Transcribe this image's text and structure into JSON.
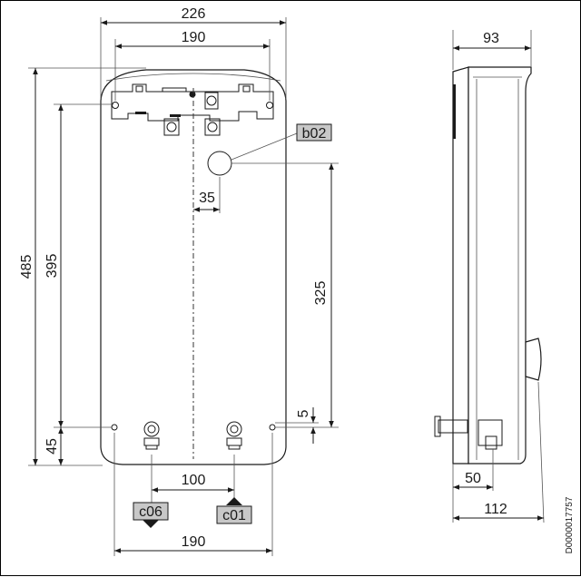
{
  "front_view": {
    "dim_overall_width": "226",
    "dim_bracket_width": "190",
    "dim_overall_height": "485",
    "dim_bracket_to_bottom_holes": "395",
    "dim_bottom_holes_to_base": "45",
    "dim_pipe_offset": "35",
    "dim_pipe_to_bottom_holes": "325",
    "dim_small_offset": "5",
    "dim_connection_spacing": "100",
    "dim_bottom_holes_width": "190"
  },
  "side_view": {
    "dim_depth_top": "93",
    "dim_connection_depth": "50",
    "dim_overall_depth": "112"
  },
  "labels": {
    "b02": "b02",
    "c06": "c06",
    "c01": "c01"
  },
  "drawing_ref": "D0000017757",
  "colors": {
    "label_fill": "#c8c8c8",
    "line": "#1a1a1a"
  }
}
